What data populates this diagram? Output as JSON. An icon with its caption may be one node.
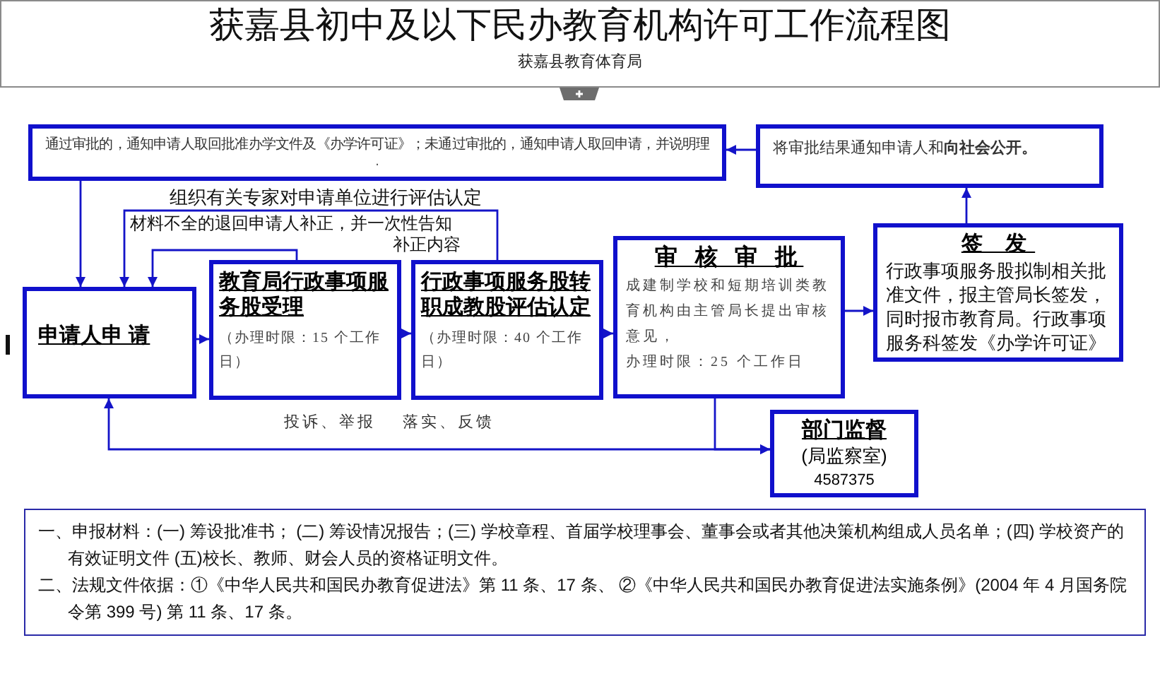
{
  "diagram": {
    "title": "获嘉县初中及以下民办教育机构许可工作流程图",
    "nodes": [
      {
        "text": [
          "通过审批的，通知申请人取回批准办学文件及《办学许可证》；未通过审批的，通知申请人取回申请，并说明理",
          "."
        ]
      },
      {
        "text": [
          "将审批结果通知申请人和**向社会公开。**"
        ]
      },
      {
        "text": [
          "申请人申 请"
        ]
      },
      {
        "text": [
          "教育局行政事项服务股受理",
          "（办理时限：15 个工作日）"
        ]
      },
      {
        "text": [
          "行政事项服务股转职成教股评估认定",
          "（办理时限：40 个工作日）"
        ]
      },
      {
        "text": [
          "审 核 审 批",
          "成建制学校和短期培训类教育机构由主管局长提出审核意见，",
          "办理时限：25 个工作日"
        ]
      },
      {
        "text": [
          "签 发",
          "行政事项服务股拟制相关批准文件，报主管局长签发，同时报市教育局。行政事项服务科签发《办学许可证》"
        ]
      },
      {
        "text": [
          "部门监督",
          "(局监察室)",
          "4587375"
        ]
      },
      {
        "text": [
          "一、申报材料：(一) 筹设批准书； (二) 筹设情况报告；(三) 学校章程、首届学校理事会、董事会或者其他决策机构组成人员名单；(四) 学校资产的有效证明文件 (五)校长、教师、财会人员的资格证明文件。",
          "二、法规文件依据：①《中华人民共和国民办教育促进法》第 11 条、17 条、 ②《中华人民共和国民办教育促进法实施条例》(2004 年 4 月国务院令第 399 号) 第 11 条、17 条。"
        ]
      }
    ],
    "edges": [
      {
        "from": 1,
        "to": 0,
        "arrow": "to"
      },
      {
        "from": 6,
        "to": 1,
        "arrow": "to"
      },
      {
        "from": 0,
        "to": 2,
        "arrow": "to"
      },
      {
        "from": 2,
        "to": 3,
        "arrow": "to"
      },
      {
        "from": 3,
        "to": 4,
        "arrow": "to"
      },
      {
        "from": 4,
        "to": 5,
        "arrow": "to"
      },
      {
        "from": 5,
        "to": 6,
        "arrow": "to"
      },
      {
        "from": 3,
        "to": 2,
        "arrow": "to"
      },
      {
        "from": 4,
        "to": 2,
        "arrow": "to"
      },
      {
        "from": 5,
        "to": 7,
        "arrow": "to"
      },
      {
        "from": 2,
        "to": 7,
        "arrow": "both",
        "label": "投诉、举报"
      }
    ],
    "labels": [
      "获嘉县教育体育局",
      "组织有关专家对申请单位进行评估认定",
      "材料不全的退回申请人补正，并一次性告知补正内容",
      "落实、反馈"
    ]
  }
}
